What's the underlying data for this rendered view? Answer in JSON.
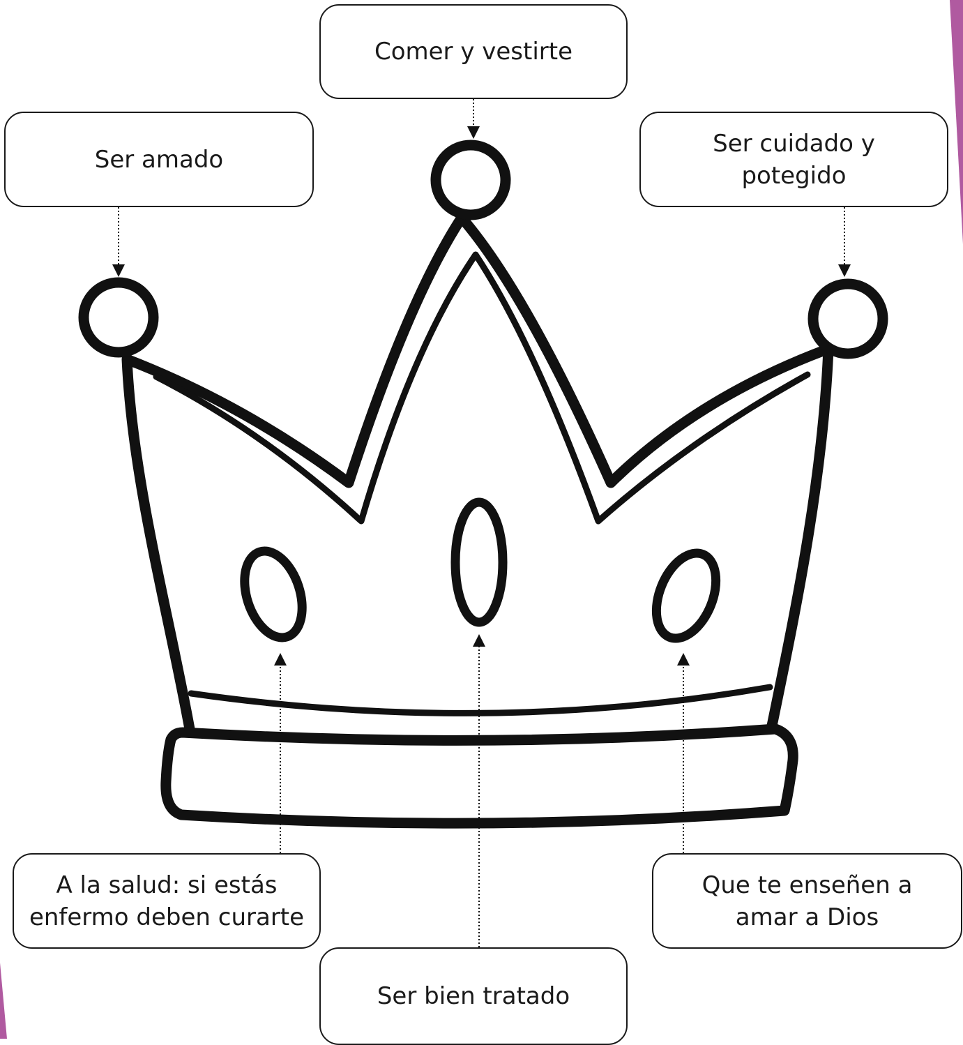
{
  "labels": {
    "top": "Comer y vestirte",
    "left": "Ser amado",
    "right": "Ser cuidado y\npotegido",
    "bottom_left": "A la salud: si estás\nenfermo deben curarte",
    "bottom_right": "Que te enseñen a\namar a Dios",
    "bottom": "Ser bien tratado"
  },
  "colors": {
    "outline": "#111111",
    "background": "#ffffff",
    "accent_stripe": "#b05aa0"
  }
}
